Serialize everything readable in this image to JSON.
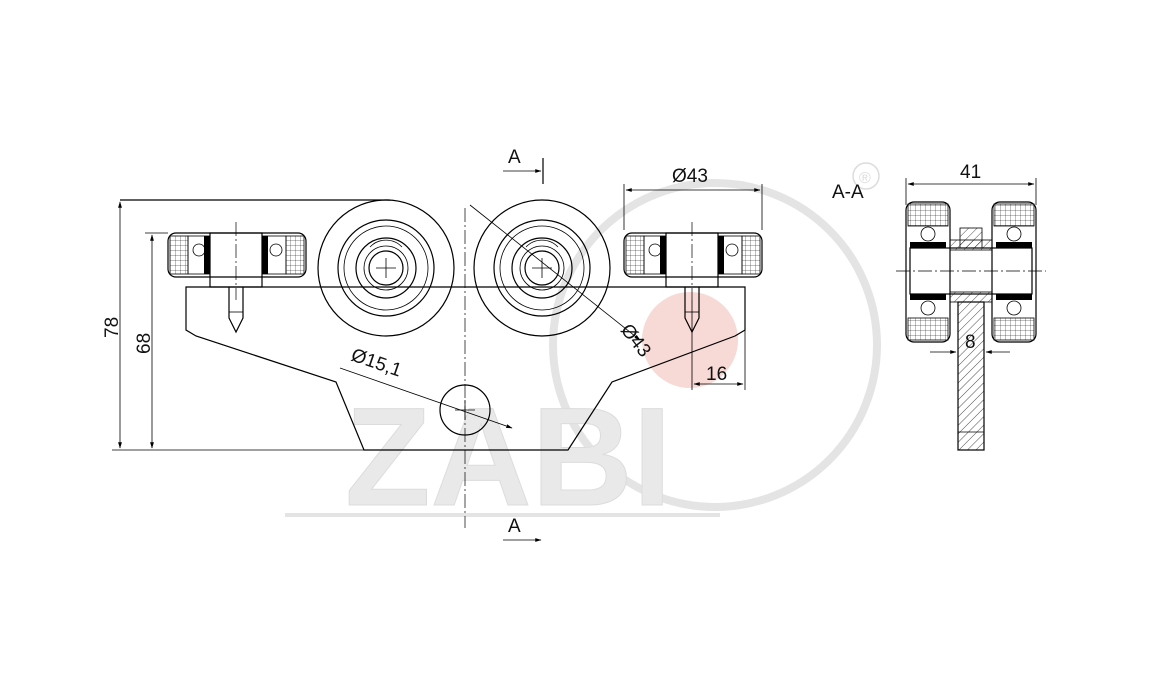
{
  "watermark": {
    "text": "ZABI",
    "mark": "®"
  },
  "front_view": {
    "section_top_label": "A",
    "section_bottom_label": "A",
    "dim_wheel_diameter_top": "Ø43",
    "dim_wheel_diameter_side": "Ø43",
    "dim_hole_diameter": "Ø15,1",
    "dim_offset": "16",
    "dim_overall_height": "78",
    "dim_body_height": "68"
  },
  "section_view": {
    "title": "A-A",
    "dim_width": "41",
    "dim_plate": "8"
  },
  "colors": {
    "line": "#000000",
    "watermark_gray": "#e9e9e9",
    "watermark_red": "#f7d9d6"
  }
}
